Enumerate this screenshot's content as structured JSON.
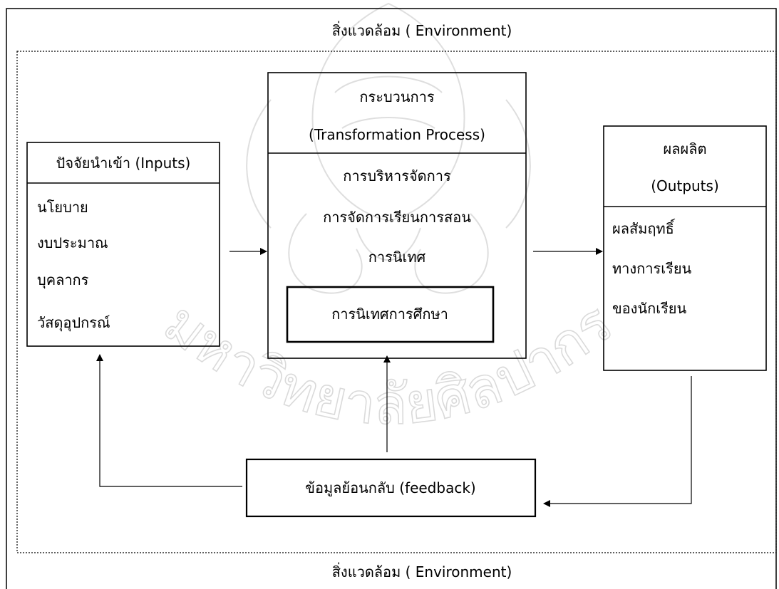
{
  "environment": {
    "top_label": "สิ่งแวดล้อม ( Environment)",
    "bottom_label": "สิ่งแวดล้อม ( Environment)"
  },
  "inputs": {
    "title": "ปัจจัยนำเข้า (Inputs)",
    "items": [
      "นโยบาย",
      "งบประมาณ",
      "บุคลากร",
      "วัสดุอุปกรณ์"
    ]
  },
  "process": {
    "title_line1": "กระบวนการ",
    "title_line2": "(Transformation Process)",
    "items": [
      "การบริหารจัดการ",
      "การจัดการเรียนการสอน",
      "การนิเทศ"
    ],
    "highlight": "การนิเทศการศึกษา"
  },
  "outputs": {
    "title_line1": "ผลผลิต",
    "title_line2": "(Outputs)",
    "items": [
      "ผลสัมฤทธิ์",
      "ทางการเรียน",
      "ของนักเรียน"
    ]
  },
  "feedback": {
    "label": "ข้อมูลย้อนกลับ (feedback)"
  },
  "watermark": {
    "text": "มหาวิทยาลัยศิลปากร"
  }
}
